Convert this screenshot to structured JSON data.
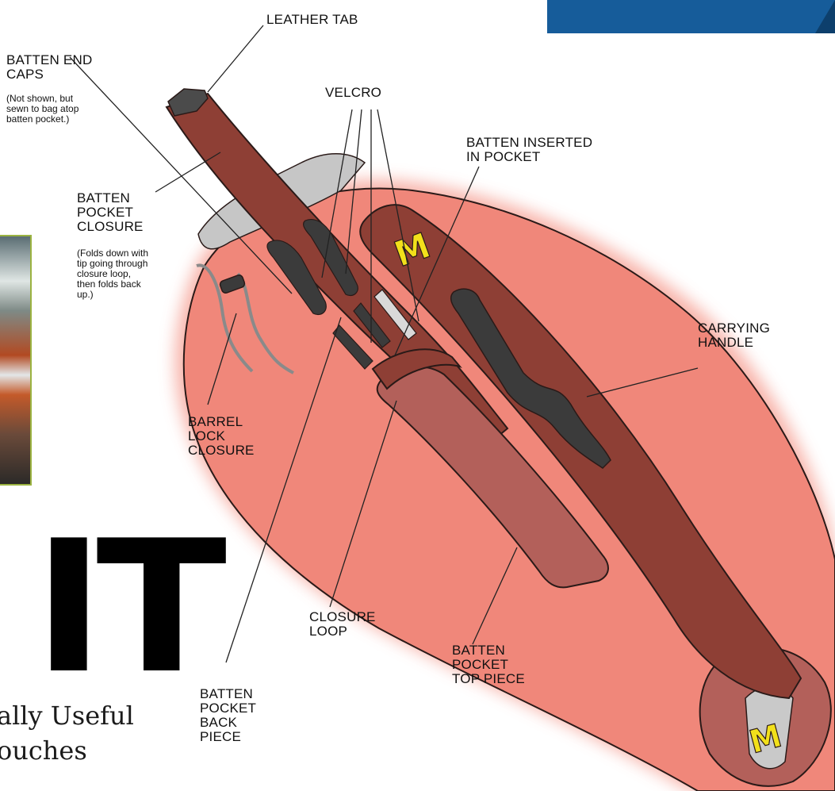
{
  "page": {
    "background": "#ffffff"
  },
  "header_band": {
    "color": "#165c9a"
  },
  "heading": {
    "text": "IT"
  },
  "subtitle": {
    "text": "ally Useful\nouches"
  },
  "diagram": {
    "colors": {
      "bag_fill": "#f0877a",
      "strap": "#8e3f35",
      "pocket": "#b3605a",
      "velcro": "#3b3b3b",
      "logo": "#f2e01b"
    },
    "logo_letter": "M",
    "labels": [
      {
        "id": "leather-tab",
        "text": "LEATHER TAB"
      },
      {
        "id": "batten-end-caps",
        "text": "BATTEN END\nCAPS",
        "note": "(Not shown, but\nsewn to bag atop\nbatten pocket.)"
      },
      {
        "id": "velcro",
        "text": "VELCRO"
      },
      {
        "id": "batten-inserted",
        "text": "BATTEN INSERTED\nIN POCKET"
      },
      {
        "id": "batten-pocket-closure",
        "text": "BATTEN\nPOCKET\nCLOSURE",
        "note": "(Folds down with\ntip going through\nclosure loop,\nthen folds back\nup.)"
      },
      {
        "id": "carrying-handle",
        "text": "CARRYING\nHANDLE"
      },
      {
        "id": "barrel-lock-closure",
        "text": "BARREL\nLOCK\nCLOSURE"
      },
      {
        "id": "closure-loop",
        "text": "CLOSURE\nLOOP"
      },
      {
        "id": "batten-pocket-top-piece",
        "text": "BATTEN\nPOCKET\nTOP PIECE"
      },
      {
        "id": "batten-pocket-back-piece",
        "text": "BATTEN\nPOCKET\nBACK\nPIECE"
      }
    ]
  }
}
